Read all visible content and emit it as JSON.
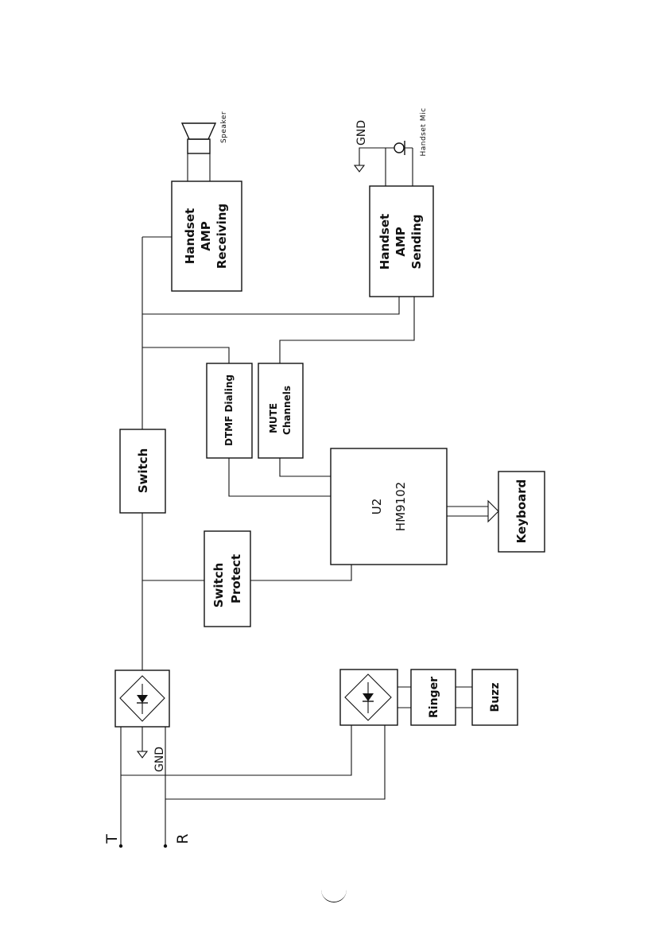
{
  "blocks": {
    "speaker_amp": [
      "Handset",
      "AMP",
      "Receiving"
    ],
    "mic_amp": [
      "Handset",
      "AMP",
      "Sending"
    ],
    "dtmf": "DTMF Dialing",
    "mute": [
      "MUTE",
      "Channels"
    ],
    "switch": "Switch",
    "u2": [
      "U2",
      "HM9102"
    ],
    "keyboard": "Keyboard",
    "switch_protect": [
      "Switch",
      "Protect"
    ],
    "ringer": "Ringer",
    "buzz": "Buzz"
  },
  "labels": {
    "speaker": "Speaker",
    "handset_mic": "Handset Mic",
    "gnd_top": "GND",
    "gnd_bottom": "GND",
    "terminal_t": "T",
    "terminal_r": "R"
  }
}
